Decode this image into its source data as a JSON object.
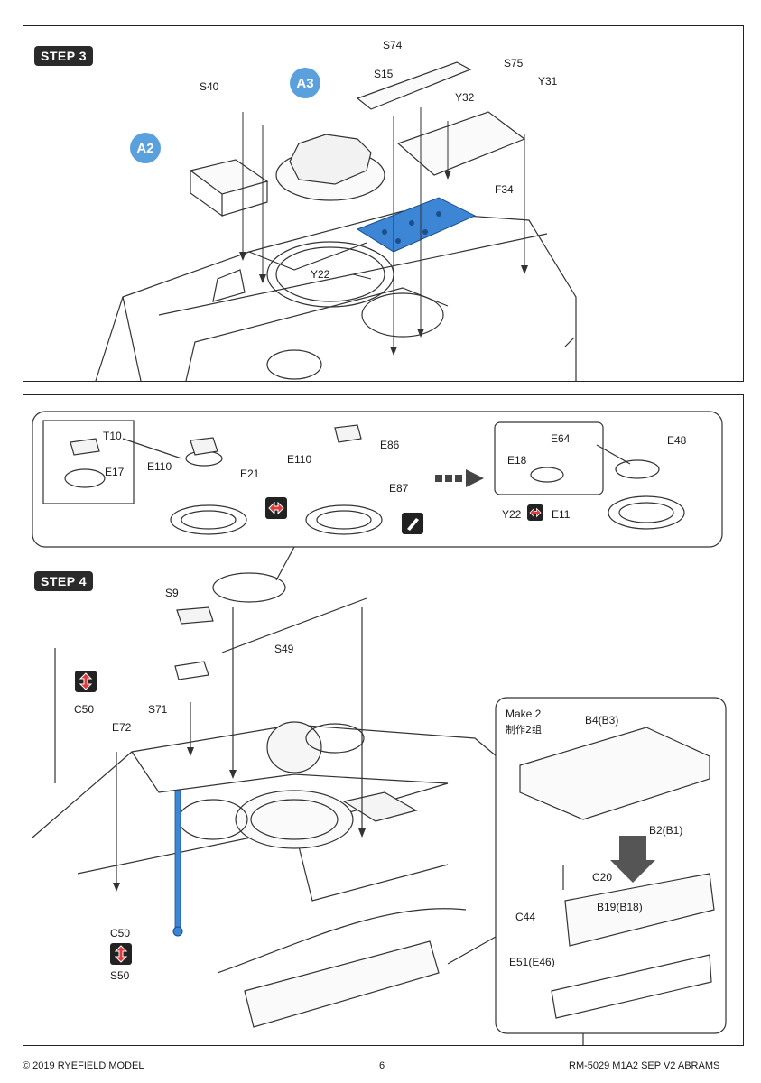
{
  "step3": {
    "badge": "STEP 3",
    "callouts": [
      "A2",
      "A3"
    ],
    "labels": {
      "s74": "S74",
      "s75": "S75",
      "s15": "S15",
      "y32": "Y32",
      "y31": "Y31",
      "s40": "S40",
      "f34": "F34",
      "y22": "Y22"
    }
  },
  "step4": {
    "badge": "STEP 4",
    "subassembly": {
      "labels": {
        "t10": "T10",
        "e17": "E17",
        "e110a": "E110",
        "e21": "E21",
        "e110b": "E110",
        "e86": "E86",
        "e87": "E87",
        "e64": "E64",
        "e48": "E48",
        "e18": "E18",
        "y22": "Y22",
        "e11": "E11"
      }
    },
    "labels": {
      "s9": "S9",
      "s49": "S49",
      "c50a": "C50",
      "s71": "S71",
      "e72": "E72",
      "c50b": "C50",
      "s50": "S50"
    },
    "inset": {
      "make": "Make 2",
      "make_cn": "制作2组",
      "b4": "B4(B3)",
      "b2": "B2(B1)",
      "c20": "C20",
      "c44": "C44",
      "b19": "B19(B18)",
      "e51": "E51(E46)"
    }
  },
  "footer": {
    "copyright": "© 2019 RYEFIELD MODEL",
    "page": "6",
    "product": "RM-5029 M1A2 SEP V2 ABRAMS"
  },
  "colors": {
    "highlight": "#3d86d6",
    "callout": "#5aa0dc",
    "ink": "#222222",
    "arrow_red": "#e03a3a"
  }
}
